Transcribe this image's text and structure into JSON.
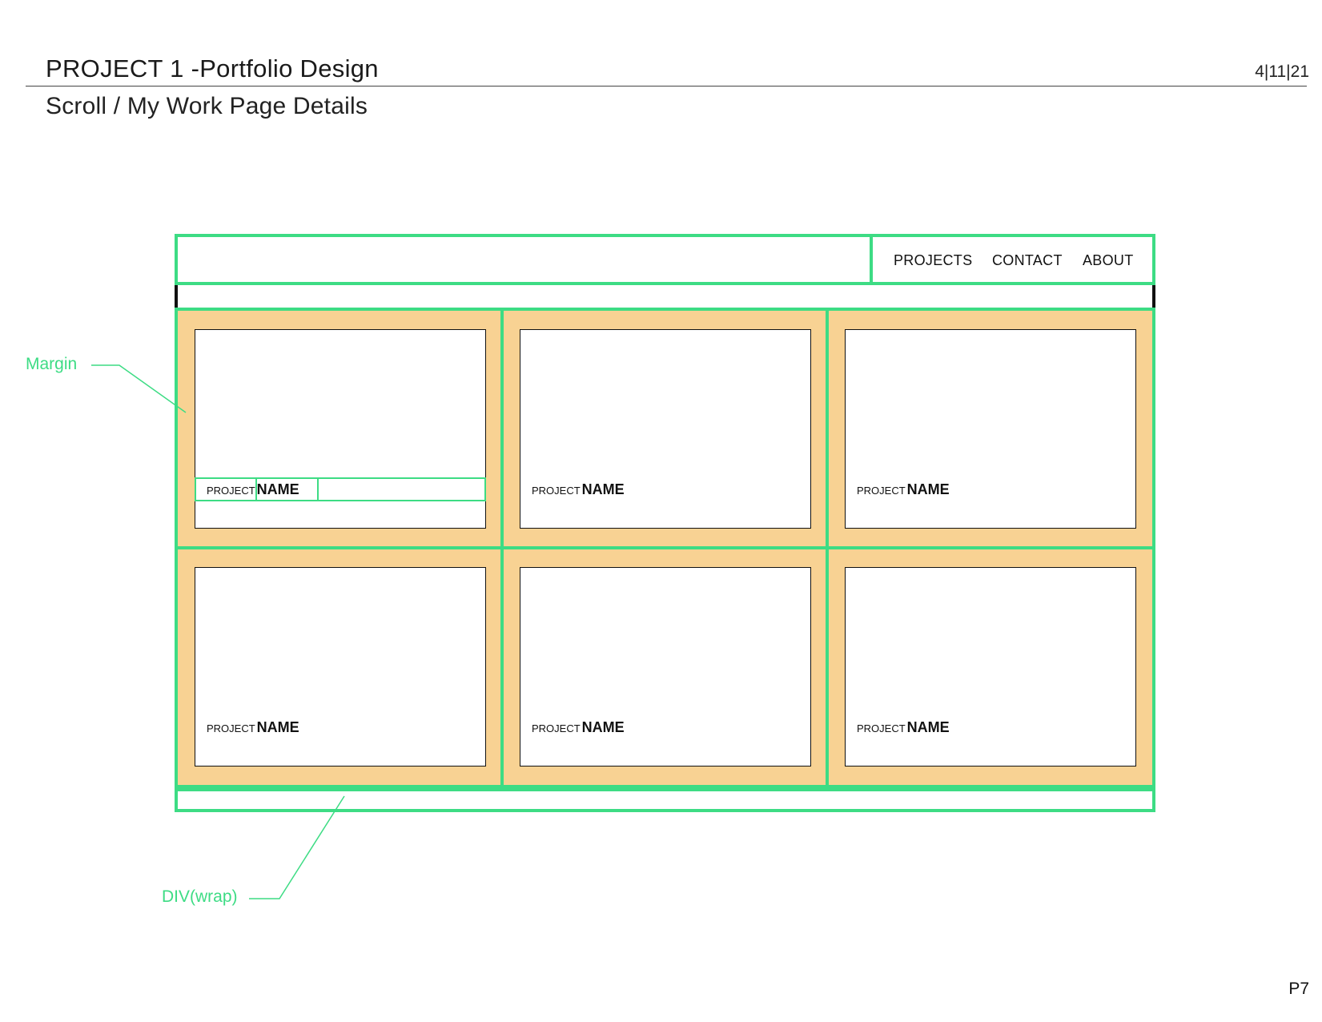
{
  "header": {
    "title": "PROJECT 1 -Portfolio Design",
    "subtitle": "Scroll / My Work Page Details",
    "date": "4|11|21"
  },
  "nav": {
    "links": [
      "PROJECTS",
      "CONTACT",
      "ABOUT"
    ]
  },
  "cards": [
    {
      "prefix": "PROJECT",
      "name": "NAME"
    },
    {
      "prefix": "PROJECT",
      "name": "NAME"
    },
    {
      "prefix": "PROJECT",
      "name": "NAME"
    },
    {
      "prefix": "PROJECT",
      "name": "NAME"
    },
    {
      "prefix": "PROJECT",
      "name": "NAME"
    },
    {
      "prefix": "PROJECT",
      "name": "NAME"
    }
  ],
  "annotations": {
    "margin": "Margin",
    "wrap": "DIV(wrap)"
  },
  "page_number": "P7",
  "colors": {
    "outline": "#3ddc84",
    "cell_fill": "#f8d293"
  }
}
